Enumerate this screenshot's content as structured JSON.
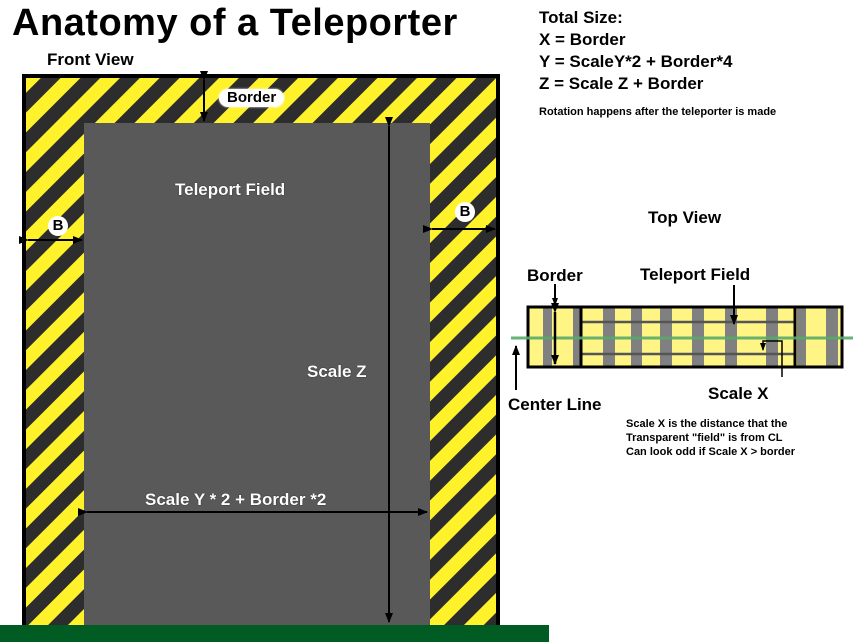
{
  "title": "Anatomy of a Teleporter",
  "front_view": {
    "heading": "Front View",
    "labels": {
      "border": "Border",
      "b_left": "B",
      "b_right": "B",
      "teleport_field": "Teleport Field",
      "scale_z": "Scale Z",
      "scale_y": "Scale Y * 2 + Border *2"
    }
  },
  "total_size": {
    "heading": "Total Size:",
    "lines": [
      "X = Border",
      "Y = ScaleY*2 + Border*4",
      "Z = Scale Z + Border"
    ],
    "note": "Rotation happens after the teleporter is made"
  },
  "top_view": {
    "heading": "Top View",
    "labels": {
      "border": "Border",
      "teleport_field": "Teleport Field",
      "scale_x": "Scale X",
      "center_line": "Center Line"
    },
    "notes": [
      "Scale X is the distance that the",
      "Transparent \"field\" is from CL",
      "Can look odd if Scale X > border"
    ]
  },
  "colors": {
    "hazard_yellow": "#fff22a",
    "hazard_dark": "#2d2d2d",
    "field_gray": "#595959",
    "top_yellow": "#fff585",
    "top_gray": "#808080",
    "center_line": "#5aaa6a",
    "footer_green": "#005c23"
  }
}
